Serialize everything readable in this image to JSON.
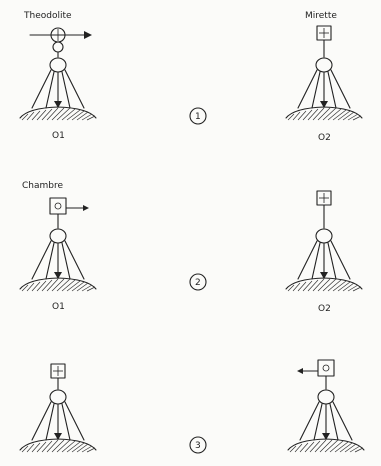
{
  "labels": {
    "theodolite": "Theodolite",
    "mirette": "Mirette",
    "chambre": "Chambre"
  },
  "stations": {
    "left": "O1",
    "right": "O2"
  },
  "steps": [
    "1",
    "2",
    "3"
  ],
  "colors": {
    "ink": "#222222",
    "paper": "#fbfbf9"
  }
}
